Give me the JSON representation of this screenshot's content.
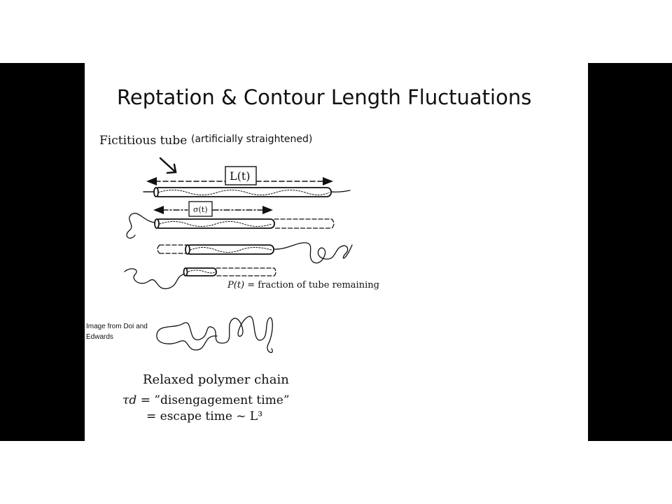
{
  "slide": {
    "title": "Reptation & Contour Length Fluctuations",
    "fictitious_tube_label": "Fictitious tube",
    "fictitious_tube_note": "(artificially straightened)",
    "contour_length_label": "L(t)",
    "fluctuation_label": "σ(t)",
    "p_t_symbol": "P(t)",
    "p_t_text": "= fraction of tube remaining",
    "image_credit": "Image from Doi and Edwards",
    "relaxed_label": "Relaxed polymer chain",
    "tau_d_symbol": "τd",
    "tau_d_text": "= ”disengagement time”",
    "escape_text": "= escape time ~ L³"
  },
  "colors": {
    "background": "#ffffff",
    "side_bars": "#000000",
    "ink": "#111111"
  }
}
